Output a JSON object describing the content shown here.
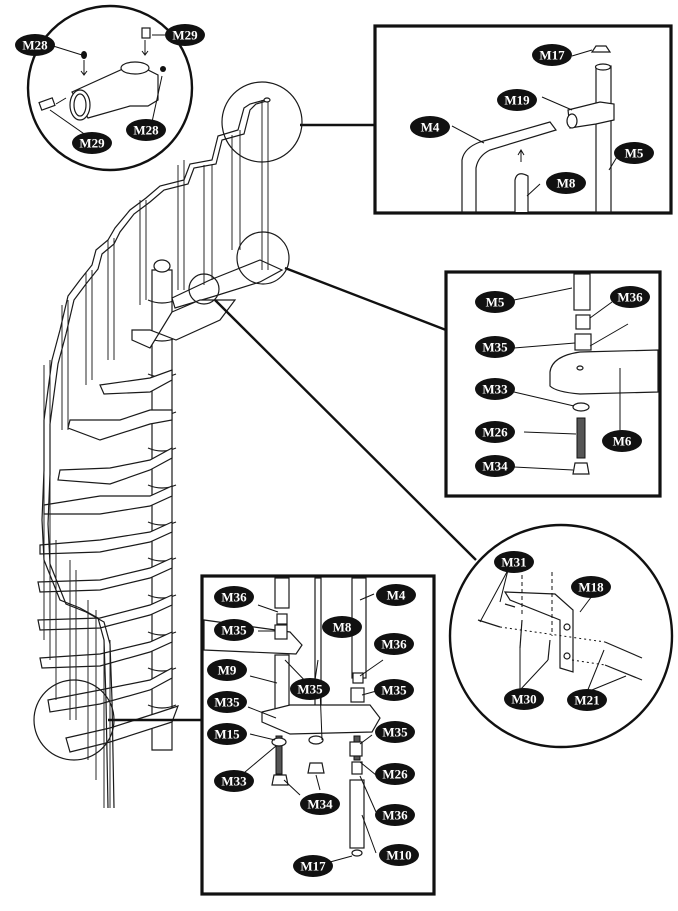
{
  "figure": {
    "subject": "Spiral staircase assembly diagram",
    "colors": {
      "ink": "#111111",
      "badge_fill": "#111111",
      "badge_text": "#ffffff",
      "background": "#ffffff"
    }
  },
  "detail_top_left": {
    "shape": "circle",
    "labels": [
      "M28",
      "M29",
      "M28",
      "M29"
    ]
  },
  "detail_top_right": {
    "shape": "box",
    "labels": [
      "M17",
      "M19",
      "M4",
      "M5",
      "M8"
    ]
  },
  "detail_middle_right": {
    "shape": "box",
    "labels": [
      "M5",
      "M36",
      "M35",
      "M33",
      "M6",
      "M26",
      "M34"
    ]
  },
  "detail_right_circle": {
    "shape": "circle",
    "labels": [
      "M31",
      "M18",
      "M30",
      "M21"
    ]
  },
  "detail_bottom": {
    "shape": "box",
    "labels": [
      "M36",
      "M4",
      "M35",
      "M8",
      "M36",
      "M9",
      "M35",
      "M35",
      "M35",
      "M15",
      "M35",
      "M33",
      "M26",
      "M34",
      "M36",
      "M10",
      "M17"
    ]
  }
}
